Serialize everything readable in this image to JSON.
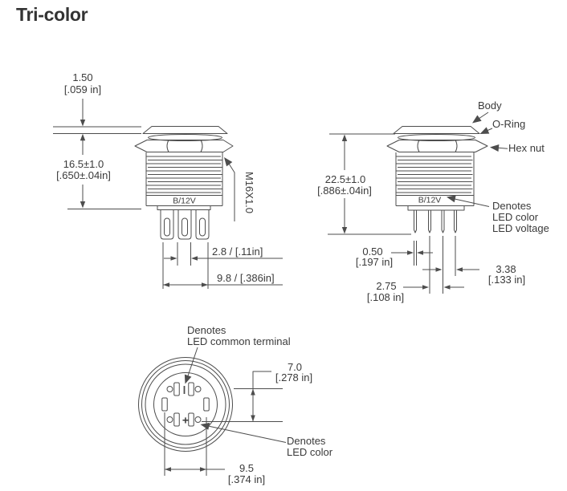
{
  "title": "Tri-color",
  "left_view": {
    "cap_height_mm": "1.50",
    "cap_height_in": "[.059 in]",
    "body_height_mm": "16.5±1.0",
    "body_height_in": "[.650±.04in]",
    "thread_spec": "M16X1.0",
    "marking": "B/12V",
    "terminal_width": "2.8 / [.11in]",
    "terminal_span": "9.8 / [.386in]"
  },
  "right_view": {
    "overall_height_mm": "22.5±1.0",
    "overall_height_in": "[.886±.04in]",
    "marking": "B/12V",
    "label_body": "Body",
    "label_oring": "O-Ring",
    "label_hexnut": "Hex nut",
    "marking_note_line1": "Denotes",
    "marking_note_line2": "LED color",
    "marking_note_line3": "LED voltage",
    "pin_width_mm": "0.50",
    "pin_width_in": "[.197 in]",
    "pin_pitch_inner_mm": "2.75",
    "pin_pitch_inner_in": "[.108 in]",
    "pin_pitch_outer_mm": "3.38",
    "pin_pitch_outer_in": "[.133 in]"
  },
  "bottom_view": {
    "common_note_line1": "Denotes",
    "common_note_line2": "LED common terminal",
    "color_note_line1": "Denotes",
    "color_note_line2": "LED color",
    "row_pitch_mm": "7.0",
    "row_pitch_in": "[.278 in]",
    "span_mm": "9.5",
    "span_in": "[.374 in]",
    "plus_mark": "+"
  },
  "colors": {
    "line": "#4d4d4d",
    "text": "#3a3a3a"
  }
}
